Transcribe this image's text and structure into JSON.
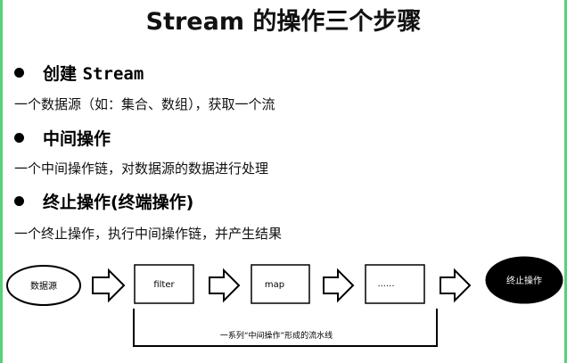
{
  "title": "Stream 的操作三个步骤",
  "sections": [
    {
      "heading_prefix": "创建 ",
      "heading_code": "Stream",
      "description": "一个数据源（如：集合、数组），获取一个流"
    },
    {
      "heading_prefix": "中间操作",
      "heading_code": "",
      "description": "一个中间操作链，对数据源的数据进行处理"
    },
    {
      "heading_prefix": "终止操作(终端操作)",
      "heading_code": "",
      "description": "一个终止操作，执行中间操作链，并产生结果"
    }
  ],
  "diagram": {
    "source_label": "数据源",
    "step1_label": "filter",
    "step2_label": "map",
    "step3_label": "......",
    "terminal_label": "终止操作",
    "pipeline_caption": "一系列“中间操作”形成的流水线"
  },
  "colors": {
    "edge": "#5ad07a",
    "terminal_fill": "#000000",
    "terminal_text": "#ffffff"
  }
}
